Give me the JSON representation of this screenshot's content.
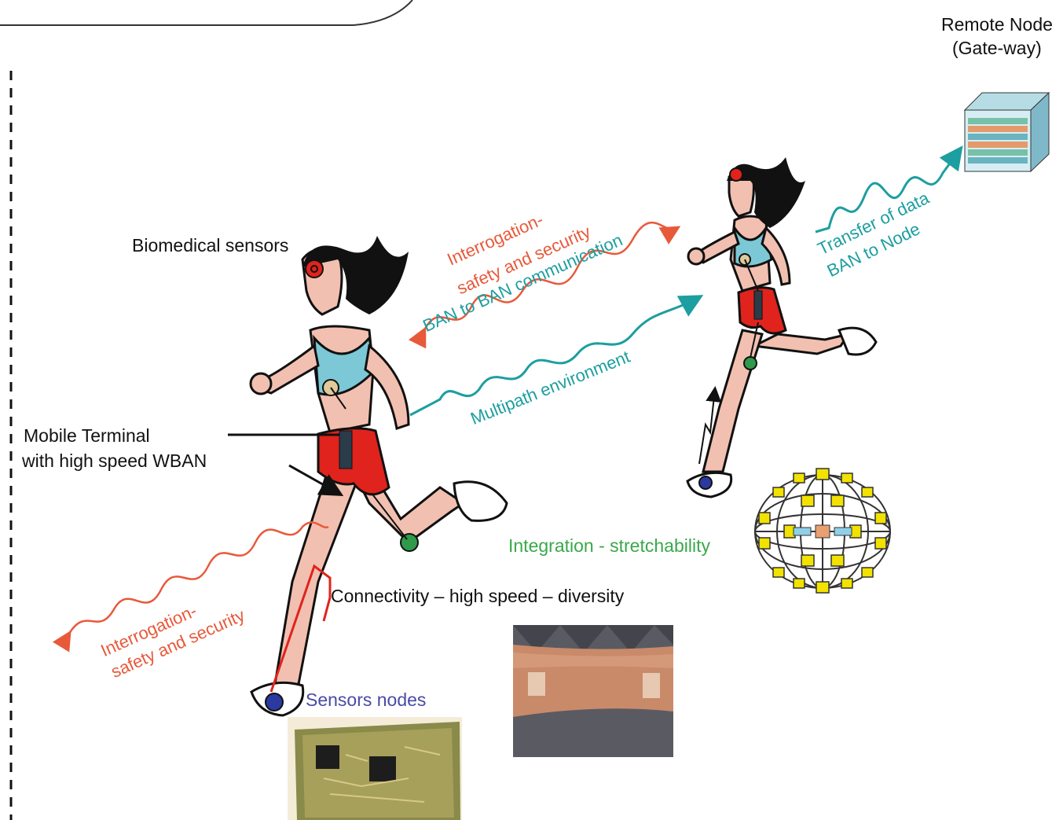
{
  "labels": {
    "remote_node_line1": "Remote Node",
    "remote_node_line2": "(Gate-way)",
    "biomedical_sensors": "Biomedical sensors",
    "mobile_terminal_line1": "Mobile Terminal",
    "mobile_terminal_line2": "with high speed WBAN",
    "interrogation_top_line1": "Interrogation-",
    "interrogation_top_line2": "safety and security",
    "ban_to_ban": "BAN to BAN communication",
    "multipath": "Multipath environment",
    "transfer_line1": "Transfer of data",
    "transfer_line2": "BAN to Node",
    "integration": "Integration - stretchability",
    "connectivity": "Connectivity – high speed  – diversity",
    "interrogation_bottom_line1": "Interrogation-",
    "interrogation_bottom_line2": "safety and security",
    "sensors_nodes": "Sensors nodes"
  },
  "colors": {
    "orange": "#e8593a",
    "teal": "#1d9ea0",
    "green": "#3aa84a",
    "blue": "#4a4aa8",
    "skin": "#f2c0b0",
    "top": "#7cc8d6",
    "shorts": "#e0231c",
    "sensor_red": "#e0231c",
    "sensor_green": "#2e9a4a",
    "sensor_blue": "#2b3aa0"
  },
  "icons": [
    "runner-large",
    "runner-small",
    "remote-node-cube",
    "stretchable-mesh",
    "sensor-board-photo",
    "arm-sensor-photo"
  ]
}
